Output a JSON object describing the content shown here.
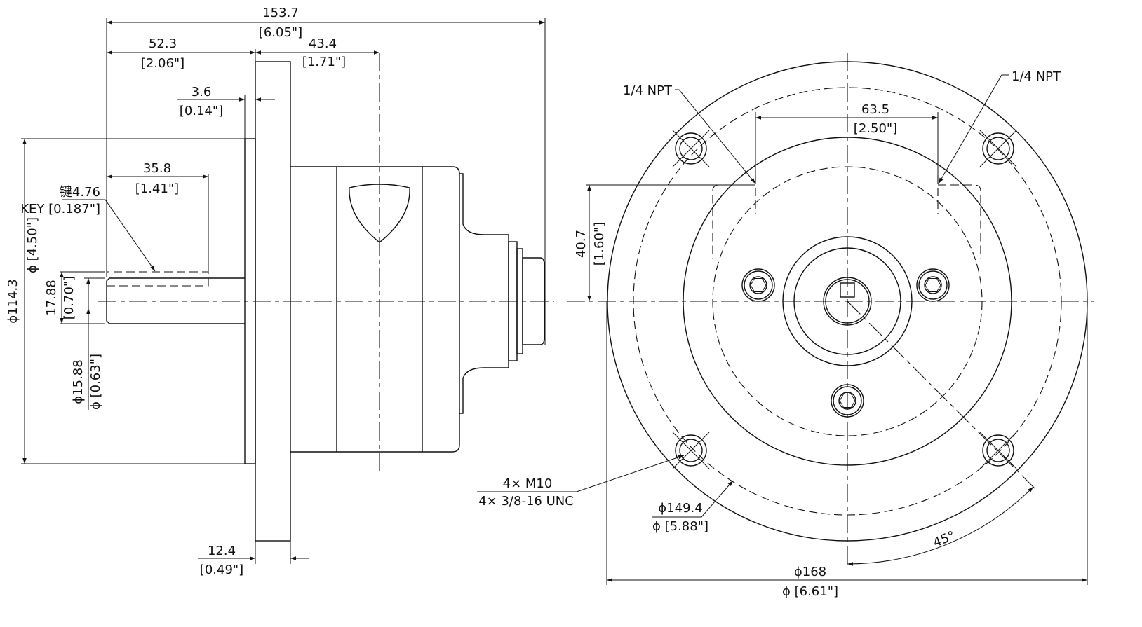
{
  "title": "Pump outline drawing",
  "side_view": {
    "overall_length": {
      "mm": "153.7",
      "in": "[6.05\"]"
    },
    "shaft_to_flange": {
      "mm": "52.3",
      "in": "[2.06\"]"
    },
    "flange_to_port": {
      "mm": "43.4",
      "in": "[1.71\"]"
    },
    "pilot_depth": {
      "mm": "3.6",
      "in": "[0.14\"]"
    },
    "key_length": {
      "mm": "35.8",
      "in": "[1.41\"]"
    },
    "key": {
      "mm": "键4.76",
      "in": "KEY [0.187\"]"
    },
    "pilot_dia": {
      "mm": "ϕ114.3",
      "in": "ϕ [4.50\"]"
    },
    "key_height": {
      "mm": "17.88",
      "in": "[0.70\"]"
    },
    "shaft_dia": {
      "mm": "ϕ15.88",
      "in": "ϕ [0.63\"]"
    },
    "flange_thickness": {
      "mm": "12.4",
      "in": "[0.49\"]"
    }
  },
  "front_view": {
    "port_left": "1/4 NPT",
    "port_right": "1/4 NPT",
    "port_spacing": {
      "mm": "63.5",
      "in": "[2.50\"]"
    },
    "port_height": {
      "mm": "40.7",
      "in": "[1.60\"]"
    },
    "bolts": {
      "mm": "4× M10",
      "in": "4× 3/8-16 UNC"
    },
    "bolt_circle": {
      "mm": "ϕ149.4",
      "in": "ϕ [5.88\"]"
    },
    "flange_dia": {
      "mm": "ϕ168",
      "in": "ϕ [6.61\"]"
    },
    "angle": "45°"
  }
}
